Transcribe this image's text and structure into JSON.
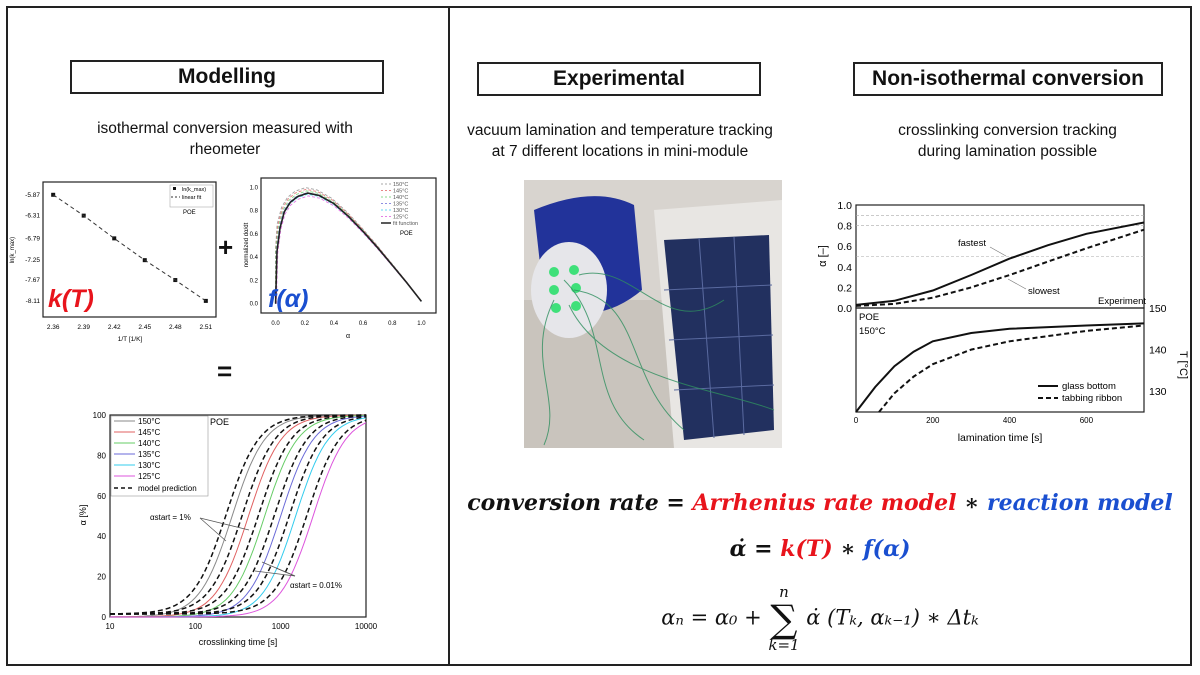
{
  "sections": {
    "modelling": {
      "title": "Modelling",
      "subtitle_line1": "isothermal conversion measured with",
      "subtitle_line2": "rheometer",
      "plus": "+",
      "equals": "="
    },
    "experimental": {
      "title": "Experimental",
      "subtitle_line1": "vacuum lamination and temperature tracking",
      "subtitle_line2": "at 7 different locations in mini-module"
    },
    "non_isothermal": {
      "title": "Non-isothermal conversion",
      "subtitle_line1": "crosslinking conversion tracking",
      "subtitle_line2": "during lamination possible"
    }
  },
  "equations": {
    "line1": {
      "lhs": "conversion rate = ",
      "arrhenius": "Arrhenius rate model",
      "times": " ∗ ",
      "reaction": "reaction model"
    },
    "line2": {
      "lhs": "α̇ = ",
      "k": "k(T)",
      "times": " ∗ ",
      "f": "f(α)"
    },
    "line3": {
      "lhs": "αₙ = α₀ + ",
      "sum": "∑",
      "upper": "n",
      "lower": "k=1",
      "rhs": "α̇ (Tₖ, αₖ₋₁) ∗ Δtₖ"
    }
  },
  "photo": {
    "description_icon": "lamination-setup-photo"
  },
  "colors": {
    "red": "#e8141c",
    "blue": "#1a4fd0",
    "150": "#8a8a8a",
    "145": "#e06060",
    "140": "#66cc66",
    "135": "#6a6ad8",
    "130": "#33ccee",
    "125": "#dd55dd"
  },
  "chart_data": [
    {
      "id": "arrhenius",
      "type": "scatter",
      "xlabel": "1/T [1/K]",
      "ylabel": "ln(k_max)",
      "xticks": [
        "2.36",
        "2.39",
        "2.42",
        "2.45",
        "2.48",
        "2.51"
      ],
      "yticks": [
        "-5.87",
        "-6.31",
        "-6.79",
        "-7.25",
        "-7.67",
        "-8.11"
      ],
      "x": [
        2.36,
        2.39,
        2.42,
        2.45,
        2.48,
        2.51
      ],
      "y": [
        -5.87,
        -6.31,
        -6.79,
        -7.25,
        -7.67,
        -8.11
      ],
      "legend": [
        "ln(k_max)",
        "linear fit"
      ],
      "legend_position": "top-right",
      "annotation": "POE",
      "overlay_label": "k(T)",
      "xlim": [
        2.35,
        2.52
      ],
      "ylim": [
        -8.45,
        -5.6
      ]
    },
    {
      "id": "reaction-model",
      "type": "line",
      "xlabel": "α",
      "ylabel": "normalized dα/dt",
      "xticks": [
        "0.0",
        "0.2",
        "0.4",
        "0.6",
        "0.8",
        "1.0"
      ],
      "yticks": [
        "0.0",
        "0.2",
        "0.4",
        "0.6",
        "0.8",
        "1.0"
      ],
      "legend": [
        "150°C",
        "145°C",
        "140°C",
        "135°C",
        "130°C",
        "125°C",
        "fit function"
      ],
      "legend_position": "top-right",
      "annotation": "POE",
      "overlay_label": "f(α)",
      "fit": [
        [
          0,
          0
        ],
        [
          0.01,
          0.45
        ],
        [
          0.03,
          0.65
        ],
        [
          0.06,
          0.79
        ],
        [
          0.1,
          0.87
        ],
        [
          0.15,
          0.92
        ],
        [
          0.22,
          0.95
        ],
        [
          0.3,
          0.93
        ],
        [
          0.4,
          0.86
        ],
        [
          0.5,
          0.75
        ],
        [
          0.6,
          0.62
        ],
        [
          0.7,
          0.48
        ],
        [
          0.8,
          0.33
        ],
        [
          0.9,
          0.18
        ],
        [
          1.0,
          0.02
        ]
      ],
      "xlim": [
        -0.1,
        1.1
      ],
      "ylim": [
        -0.08,
        1.08
      ]
    },
    {
      "id": "isothermal-conversion",
      "type": "line",
      "xscale": "log",
      "xlabel": "crosslinking time [s]",
      "ylabel": "α [%]",
      "xticks": [
        "10",
        "100",
        "1000",
        "10000"
      ],
      "yticks": [
        "0",
        "20",
        "40",
        "60",
        "80",
        "100"
      ],
      "series": [
        {
          "name": "150°C",
          "t50_s": 270
        },
        {
          "name": "145°C",
          "t50_s": 420
        },
        {
          "name": "140°C",
          "t50_s": 650
        },
        {
          "name": "135°C",
          "t50_s": 1000
        },
        {
          "name": "130°C",
          "t50_s": 1500
        },
        {
          "name": "125°C",
          "t50_s": 2400
        }
      ],
      "model_label": "model prediction",
      "annotation": "POE",
      "annotations": [
        "αstart = 1%",
        "αstart = 0.01%"
      ],
      "legend_position": "top-left",
      "xlim": [
        10,
        10000
      ],
      "ylim": [
        0,
        100
      ]
    },
    {
      "id": "lamination",
      "type": "line",
      "xlabel": "lamination time [s]",
      "ylabel": "α [–]",
      "ylabel_right": "T [°C]",
      "xticks": [
        "0",
        "200",
        "400",
        "600"
      ],
      "yticks": [
        "0.0",
        "0.2",
        "0.4",
        "0.6",
        "0.8",
        "1.0"
      ],
      "yticks_right": [
        "130",
        "140",
        "150"
      ],
      "annotations": [
        "fastest",
        "slowest",
        "Experiment",
        "POE",
        "150°C"
      ],
      "alpha_series": [
        {
          "name": "glass bottom",
          "points": [
            [
              0,
              0.03
            ],
            [
              100,
              0.07
            ],
            [
              200,
              0.17
            ],
            [
              300,
              0.32
            ],
            [
              400,
              0.48
            ],
            [
              500,
              0.61
            ],
            [
              600,
              0.72
            ],
            [
              750,
              0.83
            ]
          ]
        },
        {
          "name": "tabbing ribbon",
          "points": [
            [
              0,
              0.02
            ],
            [
              100,
              0.04
            ],
            [
              200,
              0.1
            ],
            [
              300,
              0.2
            ],
            [
              400,
              0.32
            ],
            [
              500,
              0.45
            ],
            [
              600,
              0.58
            ],
            [
              750,
              0.76
            ]
          ]
        }
      ],
      "temperature_series": [
        {
          "name": "glass bottom",
          "points": [
            [
              0,
              125
            ],
            [
              50,
              131
            ],
            [
              100,
              136
            ],
            [
              150,
              139.5
            ],
            [
              200,
              142
            ],
            [
              300,
              144
            ],
            [
              400,
              145
            ],
            [
              600,
              145.8
            ],
            [
              750,
              146.3
            ]
          ]
        },
        {
          "name": "tabbing ribbon",
          "points": [
            [
              60,
              125
            ],
            [
              100,
              129.5
            ],
            [
              150,
              133.5
            ],
            [
              200,
              136.5
            ],
            [
              300,
              140
            ],
            [
              400,
              142
            ],
            [
              600,
              144.5
            ],
            [
              750,
              145.8
            ]
          ]
        }
      ],
      "reference_lines_alpha": [
        0.5,
        0.8,
        0.9
      ],
      "legend_position": "bottom-right",
      "xlim": [
        0,
        750
      ],
      "ylim": [
        0,
        1
      ],
      "ylim_right": [
        125,
        150
      ]
    }
  ]
}
